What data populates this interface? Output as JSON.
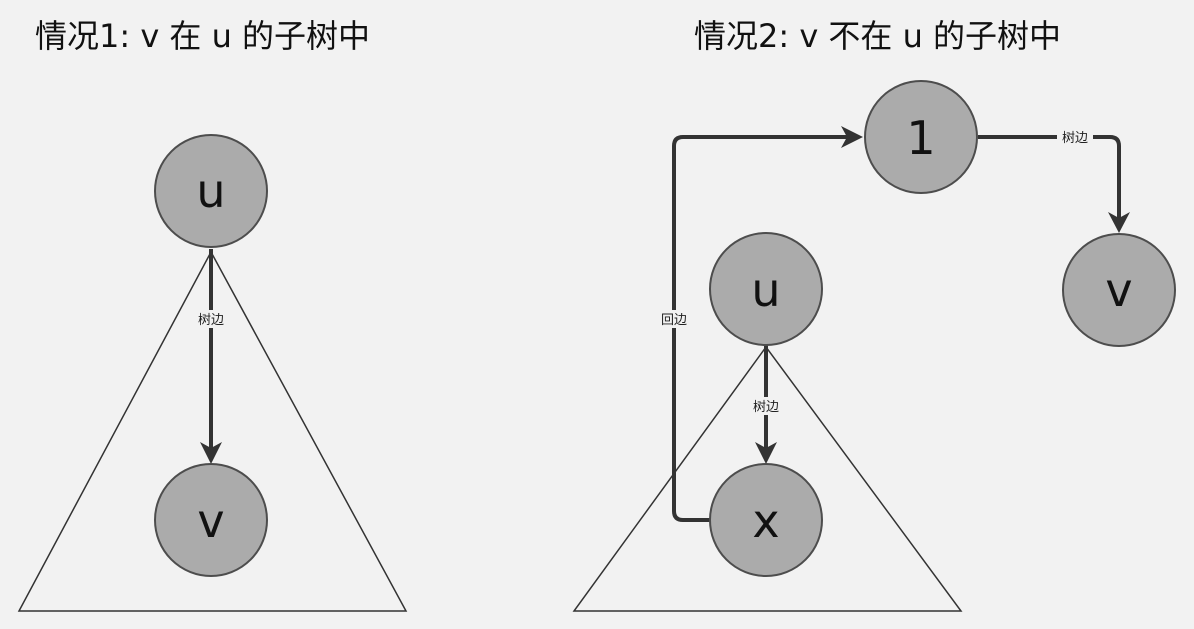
{
  "diagram": {
    "left": {
      "title": "情况1: v 在 u 的子树中",
      "node_u": "u",
      "node_v": "v",
      "edge_u_v": "树边"
    },
    "right": {
      "title": "情况2: v 不在 u 的子树中",
      "node_1": "1",
      "node_u": "u",
      "node_v": "v",
      "node_x": "x",
      "edge_1_v": "树边",
      "edge_u_x": "树边",
      "edge_x_1": "回边"
    }
  },
  "colors": {
    "background": "#f2f2f2",
    "node_fill": "#ababab",
    "node_stroke": "#4d4d4d",
    "edge": "#333333",
    "triangle_stroke": "#333333",
    "text": "#111111"
  }
}
